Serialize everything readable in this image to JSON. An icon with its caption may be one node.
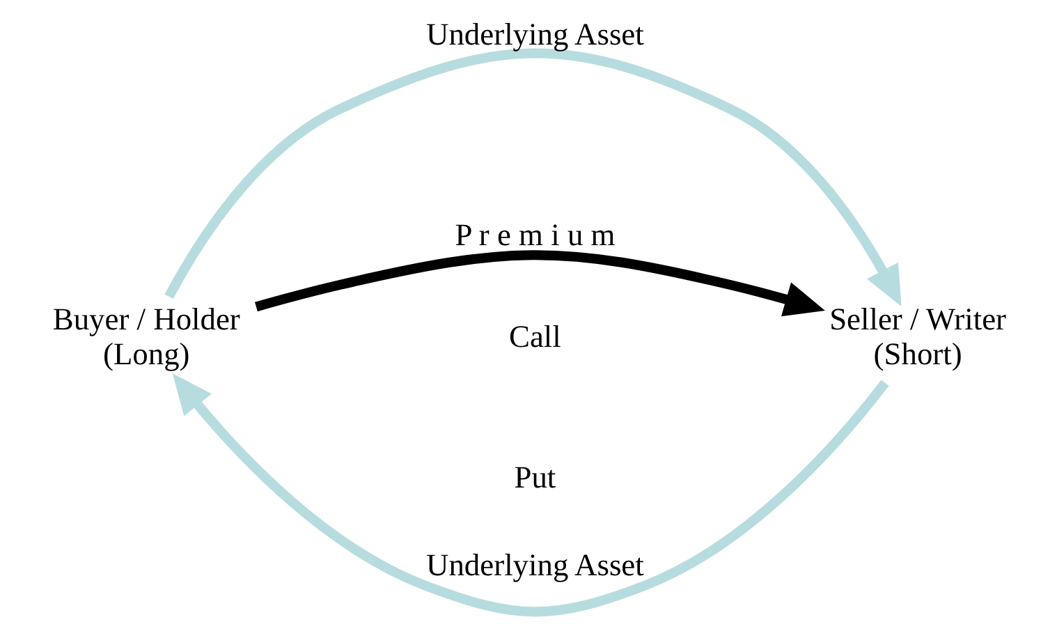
{
  "diagram": {
    "nodes": [
      {
        "text": [
          "Buyer / Holder (Long)"
        ]
      },
      {
        "text": [
          "Seller / Writer (Short)"
        ]
      }
    ],
    "edges": [
      {
        "from": 0,
        "to": 1,
        "arrow": "to",
        "label": "Underlying Asset",
        "color": "#b7dcdf"
      },
      {
        "from": 0,
        "to": 1,
        "arrow": "to",
        "label": "P r e m i u m",
        "color": "#000000"
      },
      {
        "from": 1,
        "to": 0,
        "arrow": "to",
        "label": "Underlying Asset",
        "color": "#b7dcdf"
      }
    ],
    "labels": [
      "Call",
      "Put"
    ]
  }
}
